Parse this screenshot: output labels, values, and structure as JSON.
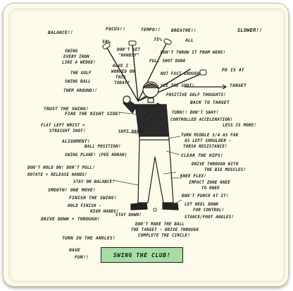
{
  "banner": "SWING THE CLUB!",
  "notes": [
    {
      "t": "BALANCE!!"
    },
    {
      "t": "FOCUS!!"
    },
    {
      "t": "TEMPO!!"
    },
    {
      "t": "BREATHE!!"
    },
    {
      "t": "SLOWER!!"
    },
    {
      "t": "50%"
    },
    {
      "t": "75%"
    },
    {
      "t": "ALL"
    },
    {
      "t": "SWING"
    },
    {
      "t": "EVERY IRON"
    },
    {
      "t": "LIKE A WEDGE!"
    },
    {
      "t": "DON'T GET"
    },
    {
      "t": "\"HANDSY\""
    },
    {
      "t": "DON'T THROW IT FROM HERE!"
    },
    {
      "t": "FULL SHOT DONE"
    },
    {
      "t": "THE GOLF"
    },
    {
      "t": "SWING BALL"
    },
    {
      "t": "THEM AROUND!!"
    },
    {
      "t": "HAVE I"
    },
    {
      "t": "WORKED ON"
    },
    {
      "t": "THIS"
    },
    {
      "t": "TODAY?"
    },
    {
      "t": "NOT FAST ENOUGH"
    },
    {
      "t": "SEE THE SHOT!"
    },
    {
      "t": "POSITIVE GOLF THOUGHTS!"
    },
    {
      "t": "PO IS AT"
    },
    {
      "t": "TARGET"
    },
    {
      "t": "TRUST THE SWING!"
    },
    {
      "t": "FIRE THE RIGHT SIDE!"
    },
    {
      "t": "BACK TO TARGET"
    },
    {
      "t": "TURN!! DON'T SWAY!"
    },
    {
      "t": "CONTROLLED ACCELERATION!"
    },
    {
      "t": "LESS IS MORE!"
    },
    {
      "t": "FLAT LEFT WRIST ="
    },
    {
      "t": "STRAIGHT SHOT!"
    },
    {
      "t": "SOFT HANDS"
    },
    {
      "t": "ALIGNMENT!"
    },
    {
      "t": "BALL POSITION!"
    },
    {
      "t": "SWING PLANE! (PEE HORAN)"
    },
    {
      "t": "TURN MIDDLE 3/4 AS FAR"
    },
    {
      "t": "AS LEFT SHOULDER -"
    },
    {
      "t": "TORSO RESISTANCE!"
    },
    {
      "t": "CLEAR THE HIPS!"
    },
    {
      "t": "DON'T HOLD ON! DON'T PULL!"
    },
    {
      "t": "ROTATE + RELEASE HANDS!"
    },
    {
      "t": "DRIVE THROUGH WITH"
    },
    {
      "t": "THE BIG MUSCLES!"
    },
    {
      "t": "KNEE FLEX!"
    },
    {
      "t": "STAY ON BALANCE!"
    },
    {
      "t": "IMPACT ZONE KNEE"
    },
    {
      "t": "TO KNEE"
    },
    {
      "t": "SMOOTH! ONE MOVE!"
    },
    {
      "t": "DON'T PUNCH AT IT!"
    },
    {
      "t": "FINISH THE SWING!"
    },
    {
      "t": "HOLD FINISH -"
    },
    {
      "t": "HIGH HANDS!"
    },
    {
      "t": "LET HEEL DOWN"
    },
    {
      "t": "FOR CONTROL!"
    },
    {
      "t": "DRIVE DOWN + THROUGH!"
    },
    {
      "t": "STANCE/FOOT ANGLES!"
    },
    {
      "t": "DON'T MAKE THE BALL"
    },
    {
      "t": "THE TARGET - DRIVE THROUGH"
    },
    {
      "t": "COMPLETE THE CIRCLE!"
    },
    {
      "t": "TURN IN THE ANKLES!"
    },
    {
      "t": "HAVE"
    },
    {
      "t": "FUN!!"
    },
    {
      "t": "STAY DOWN!"
    }
  ]
}
